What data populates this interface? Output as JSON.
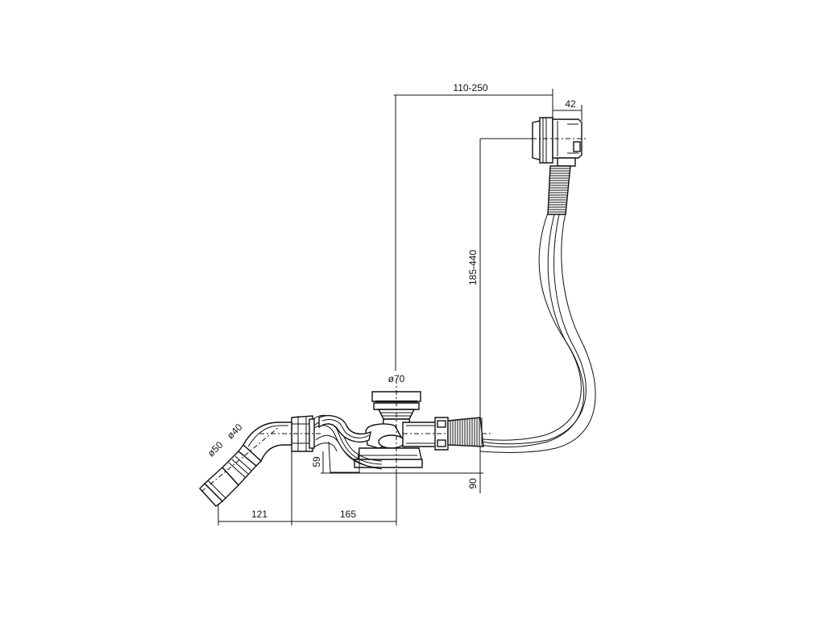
{
  "dimensions": {
    "overflow_reach": "110-250",
    "overflow_depth": "42",
    "overflow_height": "185-440",
    "outlet_diameter": "ø70",
    "pipe_inner_diameter": "ø40",
    "pipe_outer_diameter": "ø50",
    "trap_height": "59",
    "total_height": "90",
    "elbow_reach": "121",
    "trap_length": "165"
  },
  "colors": {
    "line": "#111111",
    "background": "#ffffff"
  }
}
